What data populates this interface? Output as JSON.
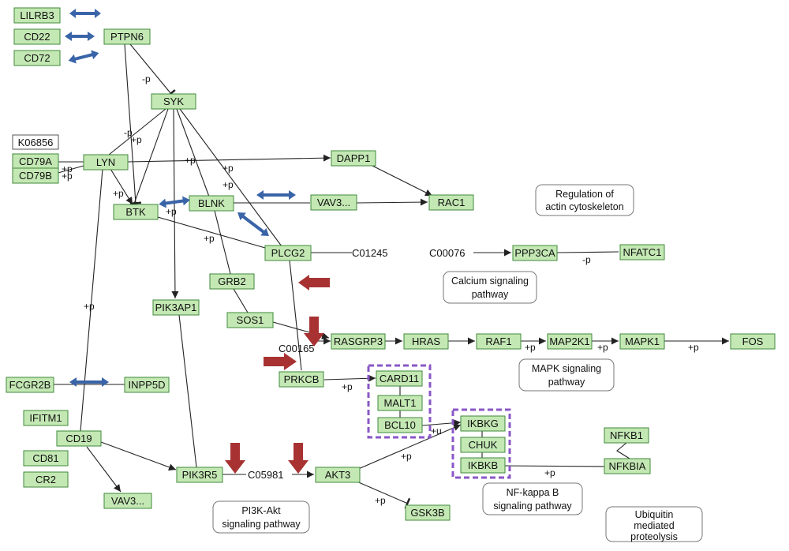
{
  "nodes": {
    "lilrb3": "LILRB3",
    "cd22": "CD22",
    "cd72": "CD72",
    "ptpn6": "PTPN6",
    "syk": "SYK",
    "k06856": "K06856",
    "cd79a": "CD79A",
    "cd79b": "CD79B",
    "lyn": "LYN",
    "dapp1": "DAPP1",
    "btk": "BTK",
    "blnk": "BLNK",
    "vav3a": "VAV3...",
    "rac1": "RAC1",
    "plcg2": "PLCG2",
    "grb2": "GRB2",
    "sos1": "SOS1",
    "pik3ap1": "PIK3AP1",
    "rasgrp3": "RASGRP3",
    "hras": "HRAS",
    "raf1": "RAF1",
    "map2k1": "MAP2K1",
    "mapk1": "MAPK1",
    "fos": "FOS",
    "ppp3ca": "PPP3CA",
    "nfatc1": "NFATC1",
    "prkcb": "PRKCB",
    "card11": "CARD11",
    "malt1": "MALT1",
    "bcl10": "BCL10",
    "ikbkg": "IKBKG",
    "chuk": "CHUK",
    "ikbkb": "IKBKB",
    "nfkb1": "NFKB1",
    "nfkbia": "NFKBIA",
    "fcgr2b": "FCGR2B",
    "inpp5d": "INPP5D",
    "ifitm1": "IFITM1",
    "cd19": "CD19",
    "cd81": "CD81",
    "cr2": "CR2",
    "vav3b": "VAV3...",
    "pik3r5": "PIK3R5",
    "akt3": "AKT3",
    "gsk3b": "GSK3B"
  },
  "compounds": {
    "c01245": "C01245",
    "c00076": "C00076",
    "c00165": "C00165",
    "c05981": "C05981"
  },
  "pathways": {
    "actin": [
      "Regulation of",
      "actin cytoskeleton"
    ],
    "calcium": [
      "Calcium signaling",
      "pathway"
    ],
    "mapk": [
      "MAPK signaling",
      "pathway"
    ],
    "nfkb": [
      "NF-kappa B",
      "signaling pathway"
    ],
    "pi3k": [
      "PI3K-Akt",
      "signaling pathway"
    ],
    "ubiq": [
      "Ubiquitin",
      "mediated",
      "proteolysis"
    ]
  },
  "edge_labels": {
    "minus_p": "-p",
    "plus_p": "+p",
    "plus_u": "+u"
  },
  "colors": {
    "node_fill": "#c4e8b4",
    "node_border": "#3f8a3a",
    "blue_arrow": "#3a64a8",
    "red_arrow": "#a83232",
    "complex_border": "#8a57c7"
  }
}
